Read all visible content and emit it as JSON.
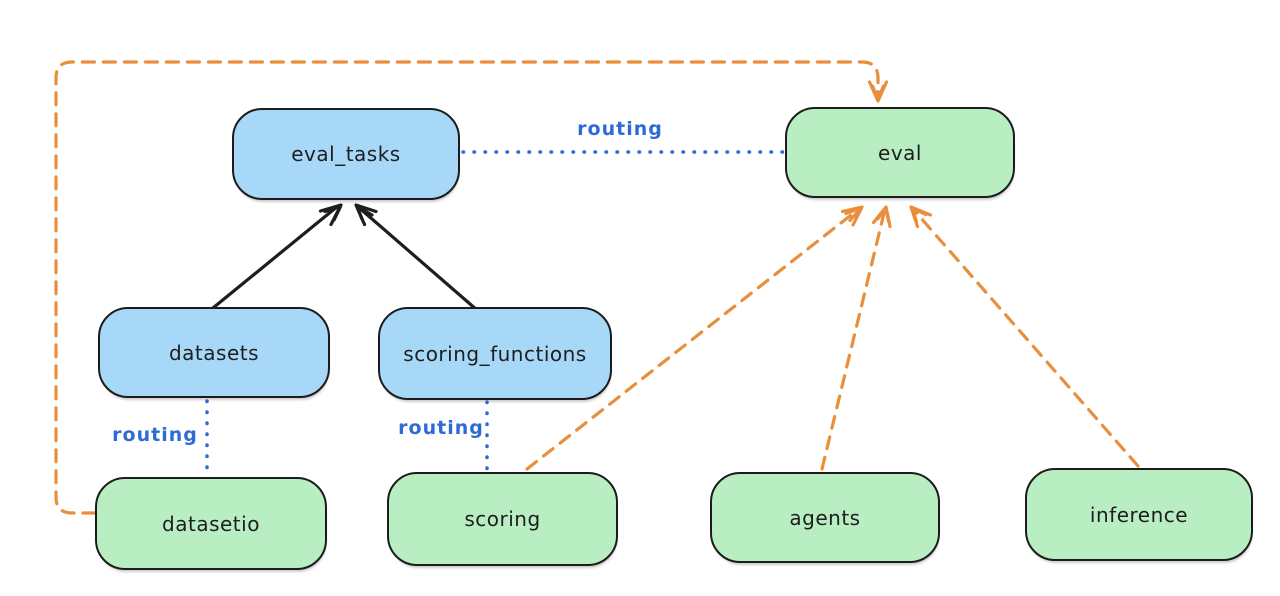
{
  "diagram": {
    "nodes": [
      {
        "id": "eval_tasks",
        "label": "eval_tasks",
        "kind": "resource",
        "fill": "#a8d8f8"
      },
      {
        "id": "eval",
        "label": "eval",
        "kind": "api",
        "fill": "#b9edc2"
      },
      {
        "id": "datasets",
        "label": "datasets",
        "kind": "resource",
        "fill": "#a8d8f8"
      },
      {
        "id": "scoring_functions",
        "label": "scoring_functions",
        "kind": "resource",
        "fill": "#a8d8f8"
      },
      {
        "id": "datasetio",
        "label": "datasetio",
        "kind": "api",
        "fill": "#b9edc2"
      },
      {
        "id": "scoring",
        "label": "scoring",
        "kind": "api",
        "fill": "#b9edc2"
      },
      {
        "id": "agents",
        "label": "agents",
        "kind": "api",
        "fill": "#b9edc2"
      },
      {
        "id": "inference",
        "label": "inference",
        "kind": "api",
        "fill": "#b9edc2"
      }
    ],
    "edges": [
      {
        "from": "datasets",
        "to": "eval_tasks",
        "style": "solid-black-arrow",
        "label": ""
      },
      {
        "from": "scoring_functions",
        "to": "eval_tasks",
        "style": "solid-black-arrow",
        "label": ""
      },
      {
        "from": "eval_tasks",
        "to": "eval",
        "style": "dotted-blue",
        "label": "routing"
      },
      {
        "from": "datasets",
        "to": "datasetio",
        "style": "dotted-blue",
        "label": "routing"
      },
      {
        "from": "scoring_functions",
        "to": "scoring",
        "style": "dotted-blue",
        "label": "routing"
      },
      {
        "from": "datasetio",
        "to": "eval",
        "style": "dashed-orange-arrow",
        "label": ""
      },
      {
        "from": "scoring",
        "to": "eval",
        "style": "dashed-orange-arrow",
        "label": ""
      },
      {
        "from": "agents",
        "to": "eval",
        "style": "dashed-orange-arrow",
        "label": ""
      },
      {
        "from": "inference",
        "to": "eval",
        "style": "dashed-orange-arrow",
        "label": ""
      }
    ],
    "edge_labels": [
      {
        "id": "routing-eval_tasks-eval",
        "text": "routing"
      },
      {
        "id": "routing-datasets-datasetio",
        "text": "routing"
      },
      {
        "id": "routing-scoring_functions-scoring",
        "text": "routing"
      }
    ],
    "colors": {
      "node_blue": "#a8d8f8",
      "node_green": "#b9edc2",
      "node_border": "#1c1c1c",
      "solid_arrow": "#1e1e1e",
      "routing_blue": "#2e6bd2",
      "provider_orange": "#e98f3c",
      "background": "#ffffff"
    }
  }
}
